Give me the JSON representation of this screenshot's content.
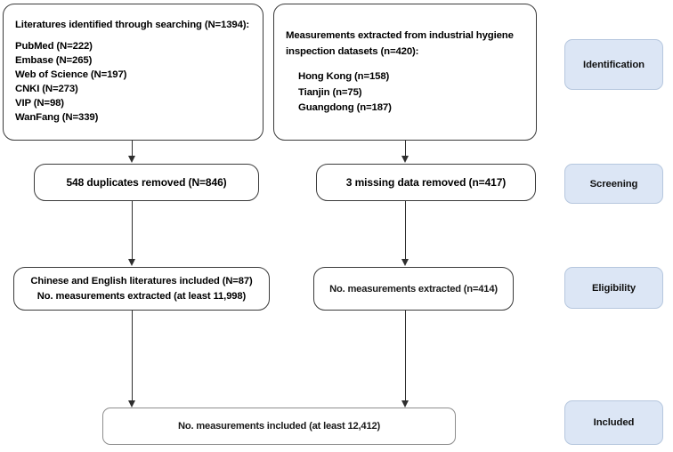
{
  "figure": {
    "type": "prisma-flow-diagram",
    "stages": [
      {
        "id": "identification",
        "label": "Identification"
      },
      {
        "id": "screening",
        "label": "Screening"
      },
      {
        "id": "eligibility",
        "label": "Eligibility"
      },
      {
        "id": "included",
        "label": "Included"
      }
    ],
    "left_branch": {
      "identification": {
        "title": "Literatures identified through searching (N=1394):",
        "sources": [
          "PubMed (N=222)",
          "Embase (N=265)",
          "Web of Science (N=197)",
          "CNKI (N=273)",
          "VIP (N=98)",
          "WanFang (N=339)"
        ]
      },
      "screening": "548 duplicates removed (N=846)",
      "eligibility_line1": "Chinese and English literatures included (N=87)",
      "eligibility_line2": "No. measurements extracted (at least 11,998)"
    },
    "right_branch": {
      "identification": {
        "title_line1": "Measurements extracted from industrial hygiene",
        "title_line2": "inspection datasets (n=420):",
        "sources": [
          "Hong Kong (n=158)",
          "Tianjin (n=75)",
          "Guangdong (n=187)"
        ]
      },
      "screening": "3 missing data removed (n=417)",
      "eligibility": "No. measurements extracted (n=414)"
    },
    "included_box": "No. measurements included (at least 12,412)",
    "colors": {
      "stage_fill": "#dce6f5",
      "stage_border": "#b6c7de",
      "box_border": "#3a3a3a",
      "soft_box_border": "#8d8d8d",
      "connector": "#2e2e2e",
      "text": "#000000",
      "background": "#ffffff"
    }
  }
}
